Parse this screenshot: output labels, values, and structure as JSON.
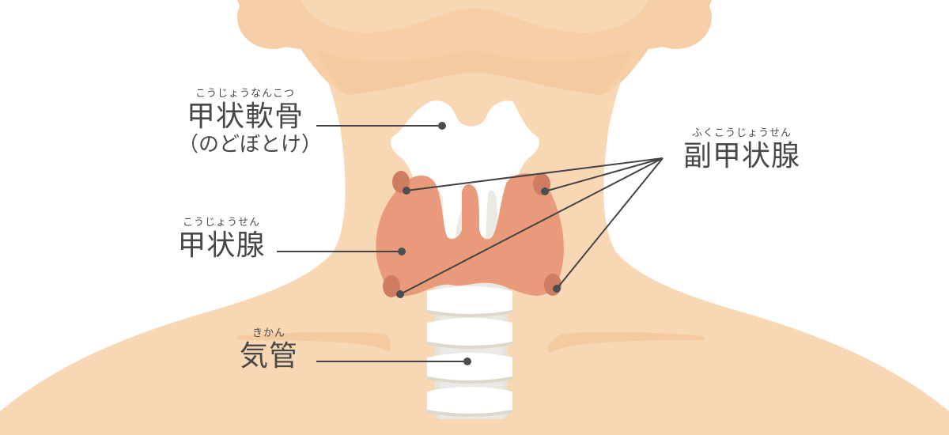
{
  "diagram": {
    "subject": "neck anatomy: thyroid and surrounding structures",
    "colors": {
      "background": "#ffffff",
      "skin_light": "#f8d8b4",
      "skin_mid": "#f6cfa6",
      "skin_shadow": "#f3c79c",
      "cartilage": "#ffffff",
      "trachea_shadow": "#e6e3dc",
      "thyroid": "#e89a7b",
      "parathyroid": "#cf7d62",
      "leader_line": "#444444",
      "dot": "#4b4e52",
      "text": "#484848"
    },
    "labels": {
      "thyroid_cartilage": {
        "ruby": "こうじょうなんこつ",
        "text": "甲状軟骨",
        "subtext": "（のどぼとけ）"
      },
      "thyroid": {
        "ruby": "こうじょうせん",
        "text": "甲状腺"
      },
      "trachea": {
        "ruby": "きかん",
        "text": "気管"
      },
      "parathyroid": {
        "ruby": "ふくこうじょうせん",
        "text": "副甲状腺"
      }
    }
  }
}
